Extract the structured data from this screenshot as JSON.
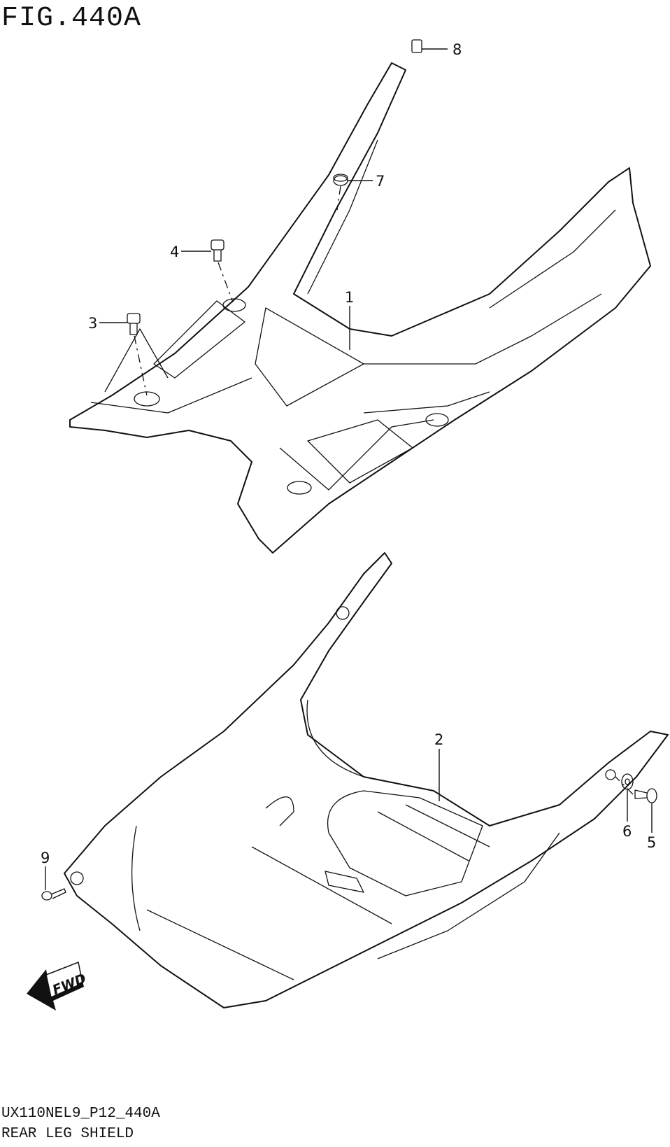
{
  "figure": {
    "title": "FIG.440A",
    "drawing_code": "UX110NEL9_P12_440A",
    "caption": "REAR LEG SHIELD"
  },
  "callouts": [
    {
      "id": "1"
    },
    {
      "id": "2"
    },
    {
      "id": "3"
    },
    {
      "id": "4"
    },
    {
      "id": "5"
    },
    {
      "id": "6"
    },
    {
      "id": "7"
    },
    {
      "id": "8"
    },
    {
      "id": "9"
    }
  ],
  "direction_badge": {
    "label": "FWD",
    "icon": "forward-arrow-icon"
  }
}
